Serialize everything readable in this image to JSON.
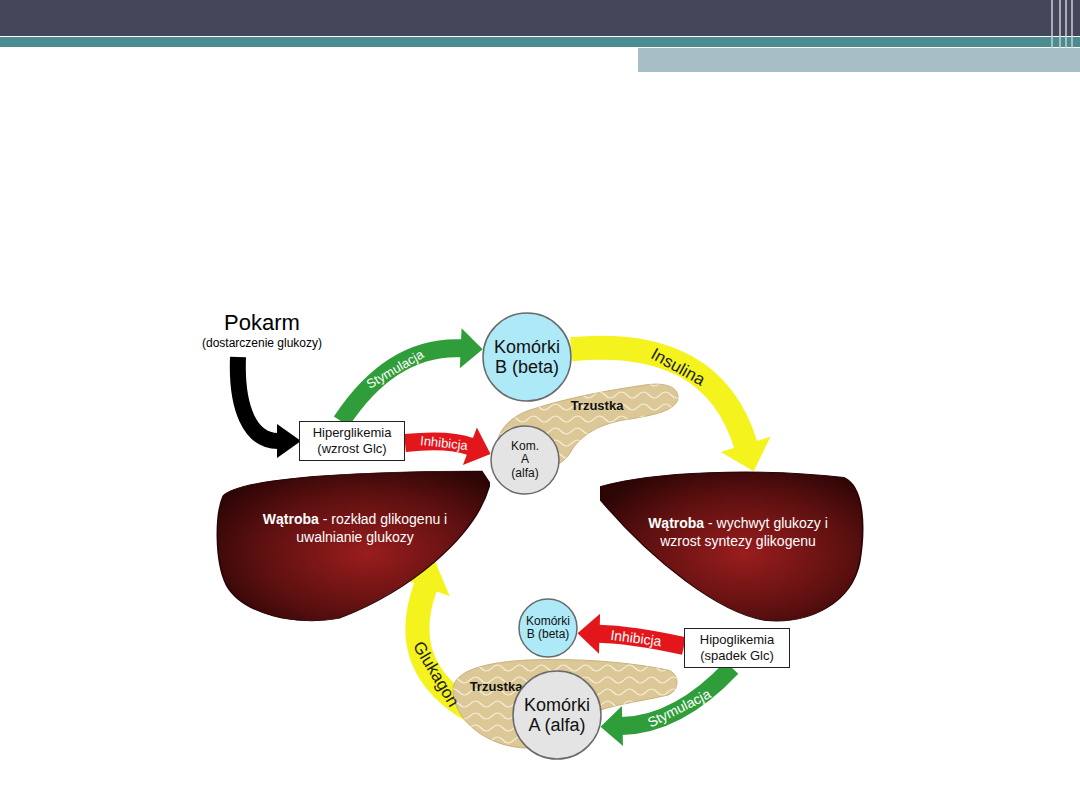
{
  "diagram": {
    "nodes": [
      {
        "text": [
          "Komórki B (beta)"
        ]
      },
      {
        "text": [
          "Trzustka"
        ]
      },
      {
        "text": [
          "Hiperglikemia (wzrost Glc)"
        ]
      },
      {
        "text": [
          "Kom. A (alfa)"
        ]
      },
      {
        "text": [
          "Wątroba",
          "- rozkład glikogenu i uwalnianie glukozy"
        ]
      },
      {
        "text": [
          "Wątroba",
          "- wychwyt glukozy i wzrost syntezy glikogenu"
        ]
      },
      {
        "text": [
          "Komórki B (beta)"
        ]
      },
      {
        "text": [
          "Trzustka"
        ]
      },
      {
        "text": [
          "Hipoglikemia (spadek Glc)"
        ]
      },
      {
        "text": [
          "Komórki A (alfa)"
        ]
      }
    ],
    "edges": [
      {
        "from": 2,
        "to": 0,
        "label": "Stymulacja",
        "arrow": "to"
      },
      {
        "from": 2,
        "to": 3,
        "label": "Inhibicja",
        "arrow": "to"
      },
      {
        "from": 0,
        "to": 5,
        "label": "Insulina",
        "arrow": "to"
      },
      {
        "from": 8,
        "to": 6,
        "label": "Inhibicja",
        "arrow": "to"
      },
      {
        "from": 8,
        "to": 9,
        "label": "Stymulacja",
        "arrow": "to"
      },
      {
        "from": 9,
        "to": 4,
        "label": "Glukagon",
        "arrow": "to"
      }
    ],
    "labels": [
      "Pokarm",
      "(dostarczenie glukozy)"
    ]
  }
}
